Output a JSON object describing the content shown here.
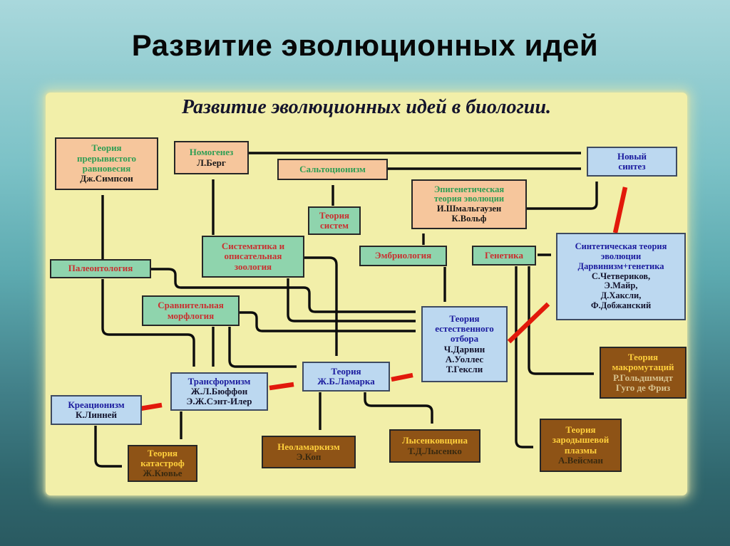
{
  "slide": {
    "title": "Развитие эволюционных идей"
  },
  "diagram": {
    "title": "Развитие эволюционных идей в биологии.",
    "colors": {
      "panel_bg": "#f2efa9",
      "salmon_box": "#f6c69c",
      "mint_box": "#8fd4ad",
      "blue_box": "#bcd8f0",
      "brown_box": "#8e5316",
      "arrow_black": "#0d0d0d",
      "arrow_red": "#e2190b"
    },
    "nodes": {
      "punctuated": {
        "title": "Теория\nпрерывистого\nравновесия",
        "authors": "Дж.Симпсон"
      },
      "nomogenez": {
        "title": "Номогенез",
        "authors": "Л.Берг"
      },
      "saltationism": {
        "title": "Сальтоционизм"
      },
      "new_synthesis": {
        "title": "Новый\nсинтез"
      },
      "epigenetic": {
        "title": "Эпигенетическая\nтеория эволюции",
        "authors": "И.Шмальгаузен\nК.Вольф"
      },
      "systems_theory": {
        "title": "Теория\nсистем"
      },
      "paleontology": {
        "title": "Палеонтология"
      },
      "systematics": {
        "title": "Систематика и\nописательная\nзоология"
      },
      "embryology": {
        "title": "Эмбриология"
      },
      "genetics": {
        "title": "Генетика"
      },
      "synthetic": {
        "title": "Синтетическая теория\nэволюции\nДарвинизм+генетика",
        "authors": "С.Четвериков,\nЭ.Майр,\nД.Хаксли,\nФ.Добжанский"
      },
      "comparative_morphology": {
        "title": "Сравнительная\nморфлогия"
      },
      "natural_selection": {
        "title": "Теория\nестественного\nотбора",
        "authors": "Ч.Дарвин\nА.Уоллес\nТ.Гексли"
      },
      "lamarck": {
        "title": "Теория\nЖ.Б.Ламарка"
      },
      "transformism": {
        "title": "Трансформизм",
        "authors": "Ж.Л.Бюффон\nЭ.Ж.Сэнт-Илер"
      },
      "creationism": {
        "title": "Креационизм",
        "authors": "К.Линней"
      },
      "catastrophes": {
        "title": "Теория\nкатастроф",
        "authors": "Ж.Кювье"
      },
      "neolamarckism": {
        "title": "Неоламаркизм",
        "authors": "Э.Коп"
      },
      "lysenkoism": {
        "title": "Лысенковщина",
        "authors": "Т.Д.Лысенко"
      },
      "macromutations": {
        "title": "Теория\nмакромутаций",
        "authors": "Р.Гольдшмидт\nГуго де Фриз"
      },
      "germ_plasm": {
        "title": "Теория\nзародышевой\nплазмы",
        "authors": "А.Вейсман"
      }
    }
  }
}
